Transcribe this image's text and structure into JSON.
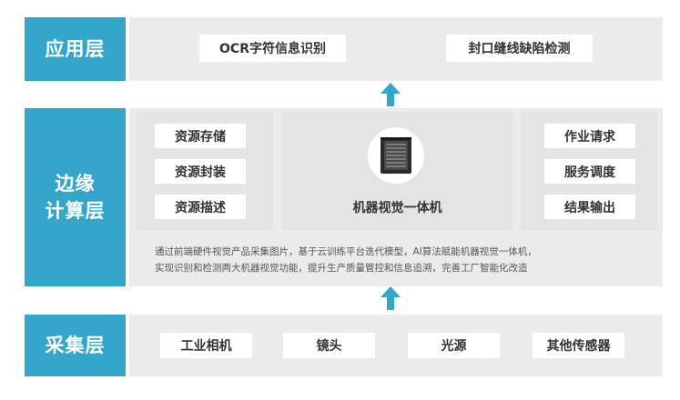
{
  "application_layer": {
    "label": "应用层",
    "items": [
      "OCR字符信息识别",
      "封口缝线缺陷检测"
    ]
  },
  "edge_layer": {
    "label_line1": "边缘",
    "label_line2": "计算层",
    "left_items": [
      "资源存储",
      "资源封装",
      "资源描述"
    ],
    "center_title": "机器视觉一体机",
    "right_items": [
      "作业请求",
      "服务调度",
      "结果输出"
    ],
    "description_line1": "通过前端硬件视觉产品采集图片，基于云训练平台迭代模型，AI算法赋能机器视觉一体机，",
    "description_line2": "实现识别和检测两大机器视觉功能，提升生产质量管控和信息追溯，完善工厂智能化改造"
  },
  "acquisition_layer": {
    "label": "采集层",
    "items": [
      "工业相机",
      "镜头",
      "光源",
      "其他传感器"
    ]
  },
  "colors": {
    "accent": "#34a6cc",
    "panel": "#ebebeb",
    "chip": "#ffffff"
  }
}
